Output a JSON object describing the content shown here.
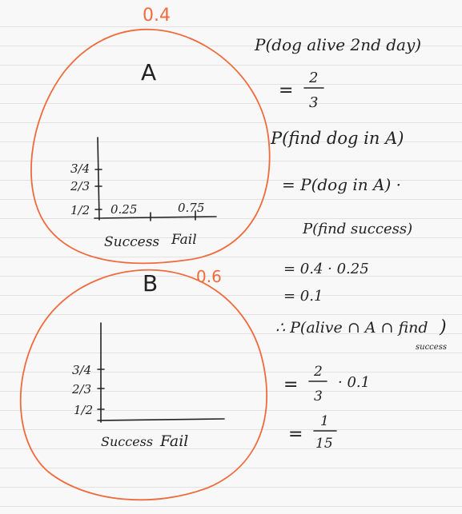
{
  "region_a": {
    "prob_label": "0.4",
    "name": "A",
    "y_ticks": [
      "3/4",
      "2/3",
      "1/2"
    ],
    "bar_values": [
      "0.25",
      "0.75"
    ],
    "x_labels": [
      "Success",
      "Fail"
    ]
  },
  "region_b": {
    "prob_label": "0.6",
    "name": "B",
    "y_ticks": [
      "3/4",
      "2/3",
      "1/2"
    ],
    "x_labels": [
      "Success",
      "Fail"
    ]
  },
  "work": {
    "line1": "P(dog alive 2nd day)",
    "line2_eq": "=",
    "line2_num": "2",
    "line2_den": "3",
    "line3": "P(find dog in A)",
    "line4": "= P(dog in A) ·",
    "line5": "P(find success)",
    "line6": "= 0.4 · 0.25",
    "line7": "= 0.1",
    "line8": "∴ P(alive ∩ A ∩ find",
    "line8_sub": "success",
    "line8_close": ")",
    "line9_eq": "=",
    "line9_num": "2",
    "line9_den": "3",
    "line9_rest": "· 0.1",
    "line10_eq": "=",
    "line10_num": "1",
    "line10_den": "15"
  }
}
